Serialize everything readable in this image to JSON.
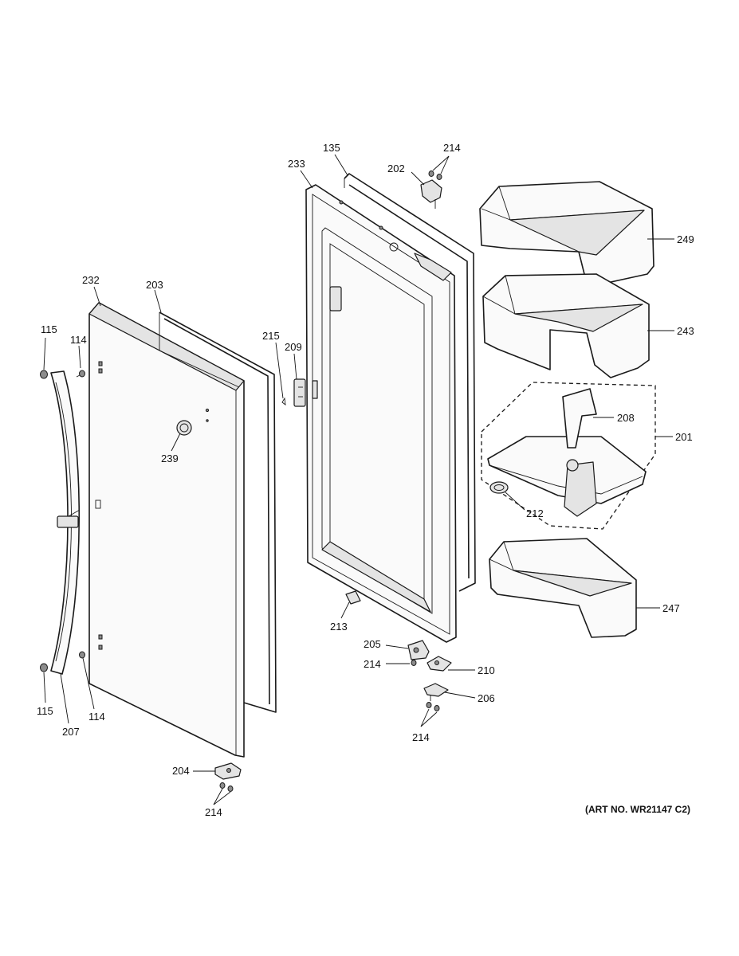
{
  "diagram": {
    "art_number": "(ART NO. WR21147 C2)",
    "callouts": {
      "p115_top": "115",
      "p114_top": "114",
      "p232": "232",
      "p203": "203",
      "p239": "239",
      "p215": "215",
      "p209": "209",
      "p233": "233",
      "p135": "135",
      "p202": "202",
      "p214_top": "214",
      "p249": "249",
      "p243": "243",
      "p208": "208",
      "p201": "201",
      "p212": "212",
      "p247": "247",
      "p213": "213",
      "p205": "205",
      "p214_mid": "214",
      "p210": "210",
      "p206": "206",
      "p214_low": "214",
      "p115_bot": "115",
      "p207": "207",
      "p114_bot": "114",
      "p204": "204",
      "p214_bottom": "214"
    }
  }
}
